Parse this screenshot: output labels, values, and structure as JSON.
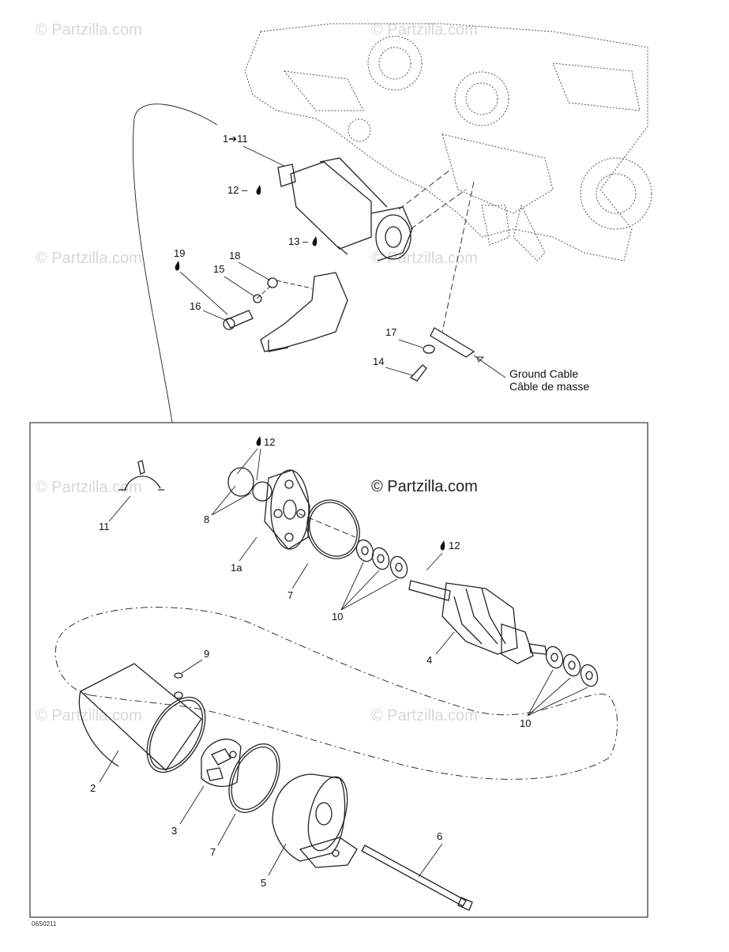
{
  "watermarks": {
    "text": "© Partzilla.com",
    "main": "© Partzilla.com"
  },
  "labels": {
    "l1_11": "1➔11",
    "l12_top": "12 –",
    "l13": "13 –",
    "l19": "19",
    "l18": "18",
    "l15": "15",
    "l16": "16",
    "l17": "17",
    "l14": "14",
    "ground_en": "Ground Cable",
    "ground_fr": "Câble de masse",
    "l12_a": "12",
    "l12_b": "12",
    "l11": "11",
    "l8": "8",
    "l1a": "1a",
    "l7_a": "7",
    "l10_a": "10",
    "l4": "4",
    "l9": "9",
    "l10_b": "10",
    "l2": "2",
    "l3": "3",
    "l7_b": "7",
    "l5": "5",
    "l6": "6"
  },
  "figure_code": "06S0211",
  "icons": [
    "oil-drop-icon"
  ]
}
